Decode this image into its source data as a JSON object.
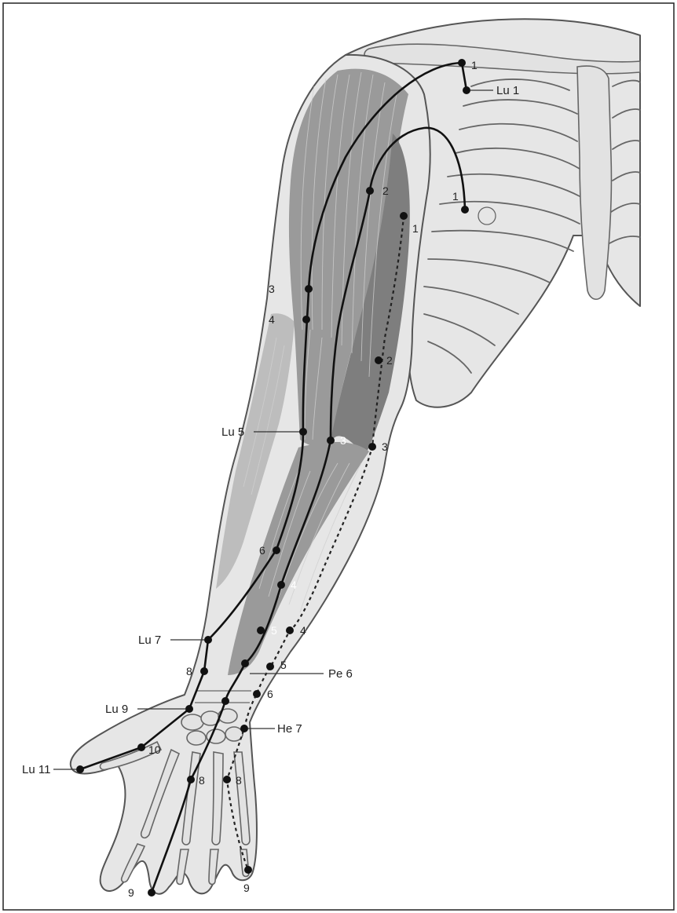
{
  "labels": {
    "lu1": "Lu 1",
    "lu5": "Lu 5",
    "lu7": "Lu 7",
    "lu9": "Lu 9",
    "lu11": "Lu 11",
    "pe6": "Pe 6",
    "he7": "He 7"
  },
  "numbers": {
    "n1_chest": "1",
    "n1_shoulder": "1",
    "n1_axilla": "1",
    "n2_biceps": "2",
    "n2_upperarm": "2",
    "n3_lat": "3",
    "n4_lat": "4",
    "n3_elbow_pe": "3",
    "n3_elbow_he": "3",
    "n6_forearm": "6",
    "n4_forearm": "4",
    "n5_pe": "5",
    "n4_he": "4",
    "n8_lu": "8",
    "n5_he": "5",
    "n6_he": "6",
    "n10_lu": "10",
    "n8_pe": "8",
    "n8_he": "8",
    "n9_pe": "9",
    "n9_he": "9"
  }
}
